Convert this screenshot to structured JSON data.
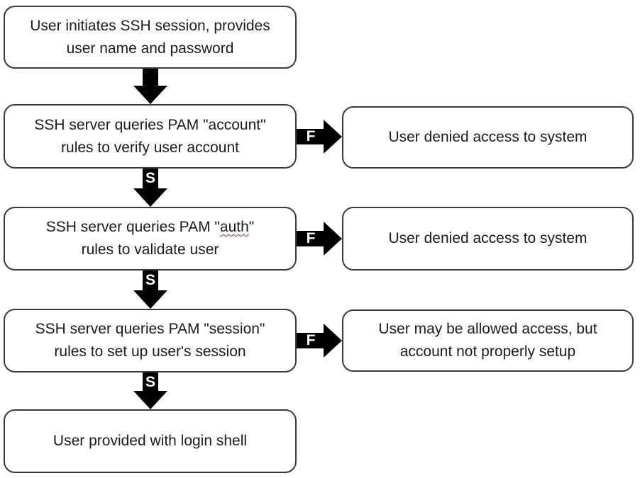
{
  "colors": {
    "background": "#ffffff",
    "box_border": "#3a3a3a",
    "box_fill": "#ffffff",
    "arrow": "#000000",
    "arrow_label_text": "#ffffff",
    "text": "#1c1c1c",
    "spellcheck_squiggle": "#cc2222"
  },
  "nodes": {
    "start": {
      "lines": [
        "User initiates SSH session, provides",
        "user name and password"
      ]
    },
    "account": {
      "lines": [
        "SSH server queries PAM \"account\"",
        "rules to verify user account"
      ]
    },
    "auth": {
      "line1_prefix": "SSH server queries PAM \"",
      "line1_word": "auth",
      "line1_suffix": "\"",
      "line2": "rules to validate user"
    },
    "session": {
      "lines": [
        "SSH server queries PAM \"session\"",
        "rules to set up user's session"
      ]
    },
    "shell": {
      "lines": [
        "User provided with login shell"
      ]
    },
    "denied_account": {
      "lines": [
        "User denied access to system"
      ]
    },
    "denied_auth": {
      "lines": [
        "User denied access to system"
      ]
    },
    "setup_warning": {
      "lines": [
        "User may be allowed access, but",
        "account not properly setup"
      ]
    }
  },
  "edges": {
    "account_success": {
      "label": "S"
    },
    "auth_success": {
      "label": "S"
    },
    "session_success": {
      "label": "S"
    },
    "account_fail": {
      "label": "F"
    },
    "auth_fail": {
      "label": "F"
    },
    "session_fail": {
      "label": "F"
    }
  }
}
